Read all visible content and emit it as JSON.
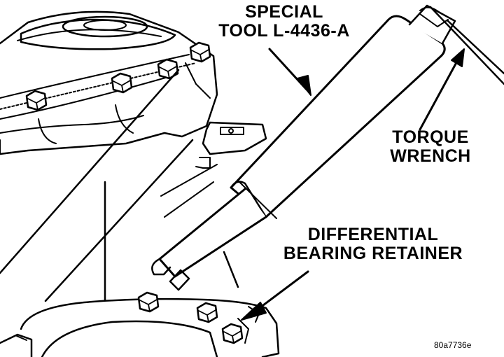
{
  "figure": {
    "labels": {
      "special_tool": [
        "SPECIAL",
        "TOOL L-4436-A"
      ],
      "torque_wrench": [
        "TORQUE",
        "WRENCH"
      ],
      "retainer": [
        "DIFFERENTIAL",
        "BEARING RETAINER"
      ]
    },
    "figure_id": "80a7736e"
  },
  "colors": {
    "ink": "#000000",
    "paper": "#ffffff"
  }
}
